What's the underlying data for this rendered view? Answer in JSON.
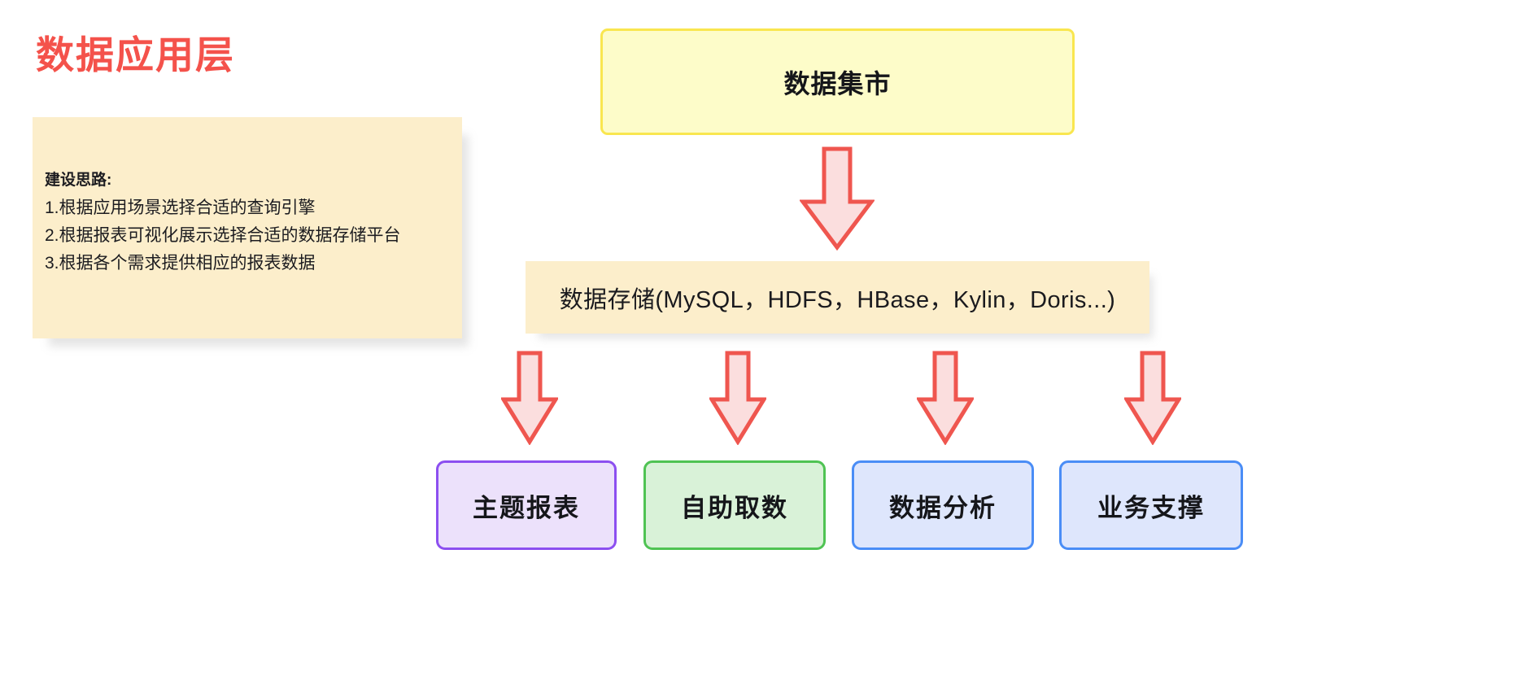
{
  "title": "数据应用层",
  "note_panel": {
    "heading": "建设思路:",
    "lines": [
      "1.根据应用场景选择合适的查询引擎",
      "2.根据报表可视化展示选择合适的数据存储平台",
      "3.根据各个需求提供相应的报表数据"
    ]
  },
  "nodes": {
    "data_mart": "数据集市",
    "data_storage": "数据存储(MySQL，HDFS，HBase，Kylin，Doris...)",
    "topic_report": "主题报表",
    "self_service": "自助取数",
    "data_analysis": "数据分析",
    "business_support": "业务支撑"
  },
  "colors": {
    "title_red": "#f4524b",
    "note_bg": "#fceecb",
    "mart_fill": "#fdfcc9",
    "mart_border": "#f9e64f",
    "storage_fill": "#fceecb",
    "arrow_fill": "#fbdede",
    "arrow_border": "#ef564f",
    "purple_fill": "#ece1fb",
    "purple_border": "#8c4ff0",
    "green_fill": "#d9f2d8",
    "green_border": "#4fc353",
    "blue_fill": "#dee6fc",
    "blue_border": "#4a8df6",
    "page_bg": "#ffffff"
  },
  "icons": {
    "arrow_down": "down-block-arrow"
  }
}
